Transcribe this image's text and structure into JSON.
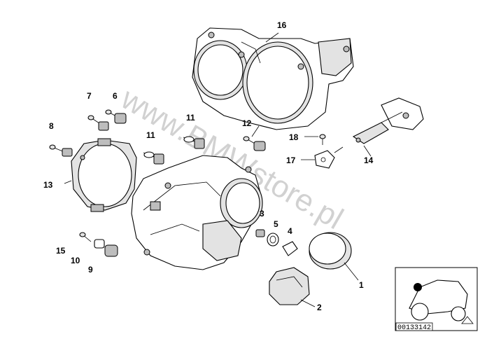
{
  "watermark": "www.BMWstore.pl",
  "diagram_code": "00133142",
  "callouts": {
    "c1": "1",
    "c2": "2",
    "c3": "3",
    "c4": "4",
    "c5": "5",
    "c6": "6",
    "c7": "7",
    "c8": "8",
    "c9": "9",
    "c10": "10",
    "c11a": "11",
    "c11b": "11",
    "c12": "12",
    "c13": "13",
    "c14": "14",
    "c15": "15",
    "c16": "16",
    "c17": "17",
    "c18": "18"
  },
  "colors": {
    "line": "#000000",
    "shade": "#e3e3e3",
    "background": "#ffffff"
  }
}
